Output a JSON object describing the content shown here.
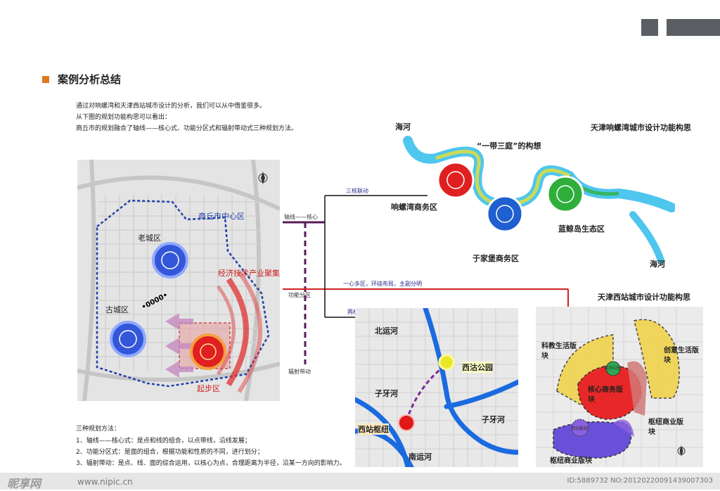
{
  "header": {
    "title": "案例分析总结"
  },
  "intro": [
    "通过对响螺湾和天津西站城市设计的分析，我们可以从中借鉴很多。",
    "从下图的规划功能构思可以看出：",
    "商丘市的规划融合了轴线——核心式、功能分区式和辐射带动式三种规划方法。"
  ],
  "shangqiu_map": {
    "center_label": "商丘市中心区",
    "old_city": "老城区",
    "ancient_city": "古城区",
    "econ_zone": "经济技术产业聚集区",
    "start_zone": "起步区",
    "axis_mark": "•0000•"
  },
  "connectors": {
    "axis_core": "轴线——核心",
    "functional": "功能分区",
    "radiation": "辐射带动",
    "three_cores": "三核联动",
    "one_center": "一心多区，环绕布局，主副分明",
    "two_poles": "两极互动"
  },
  "xiangluowan": {
    "title": "天津响螺湾城市设计功能构思",
    "haihe_top": "海河",
    "haihe_bottom": "海河",
    "concept": "“一带三庭”的构想",
    "zone_a": "响螺湾商务区",
    "zone_b": "于家堡商务区",
    "zone_c": "蓝鲸岛生态区"
  },
  "xizhan_map": {
    "north_canal": "北运河",
    "park": "西沽公园",
    "ziya_left": "子牙河",
    "ziya_right": "子牙河",
    "hub": "西站枢纽",
    "south_canal": "南运河"
  },
  "xizhan_func": {
    "title": "天津西站城市设计功能构思",
    "edu": "科教生活版块",
    "creative": "创意生活版块",
    "park_small": "西沽公园",
    "core": "核心商务版块",
    "hub_business_r": "枢纽商业版块",
    "hub_small": "西站枢纽",
    "hub_business_b": "枢纽商业版块"
  },
  "legend": [
    "三种规划方法：",
    "1、轴线——核心式：是点和线的组合，以点带线，沿线发展；",
    "2、功能分区式：是面的组合，根据功能和性质的不同，进行划分；",
    "3、辐射带动：是点、线、面的综合运用，以核心为点，合理距离为半径，沿某一方向的影响力。"
  ],
  "footer": {
    "brand": "昵享网",
    "url": "www.nipic.cn",
    "id": "ID:5889732 NO:20120220091439007303"
  }
}
